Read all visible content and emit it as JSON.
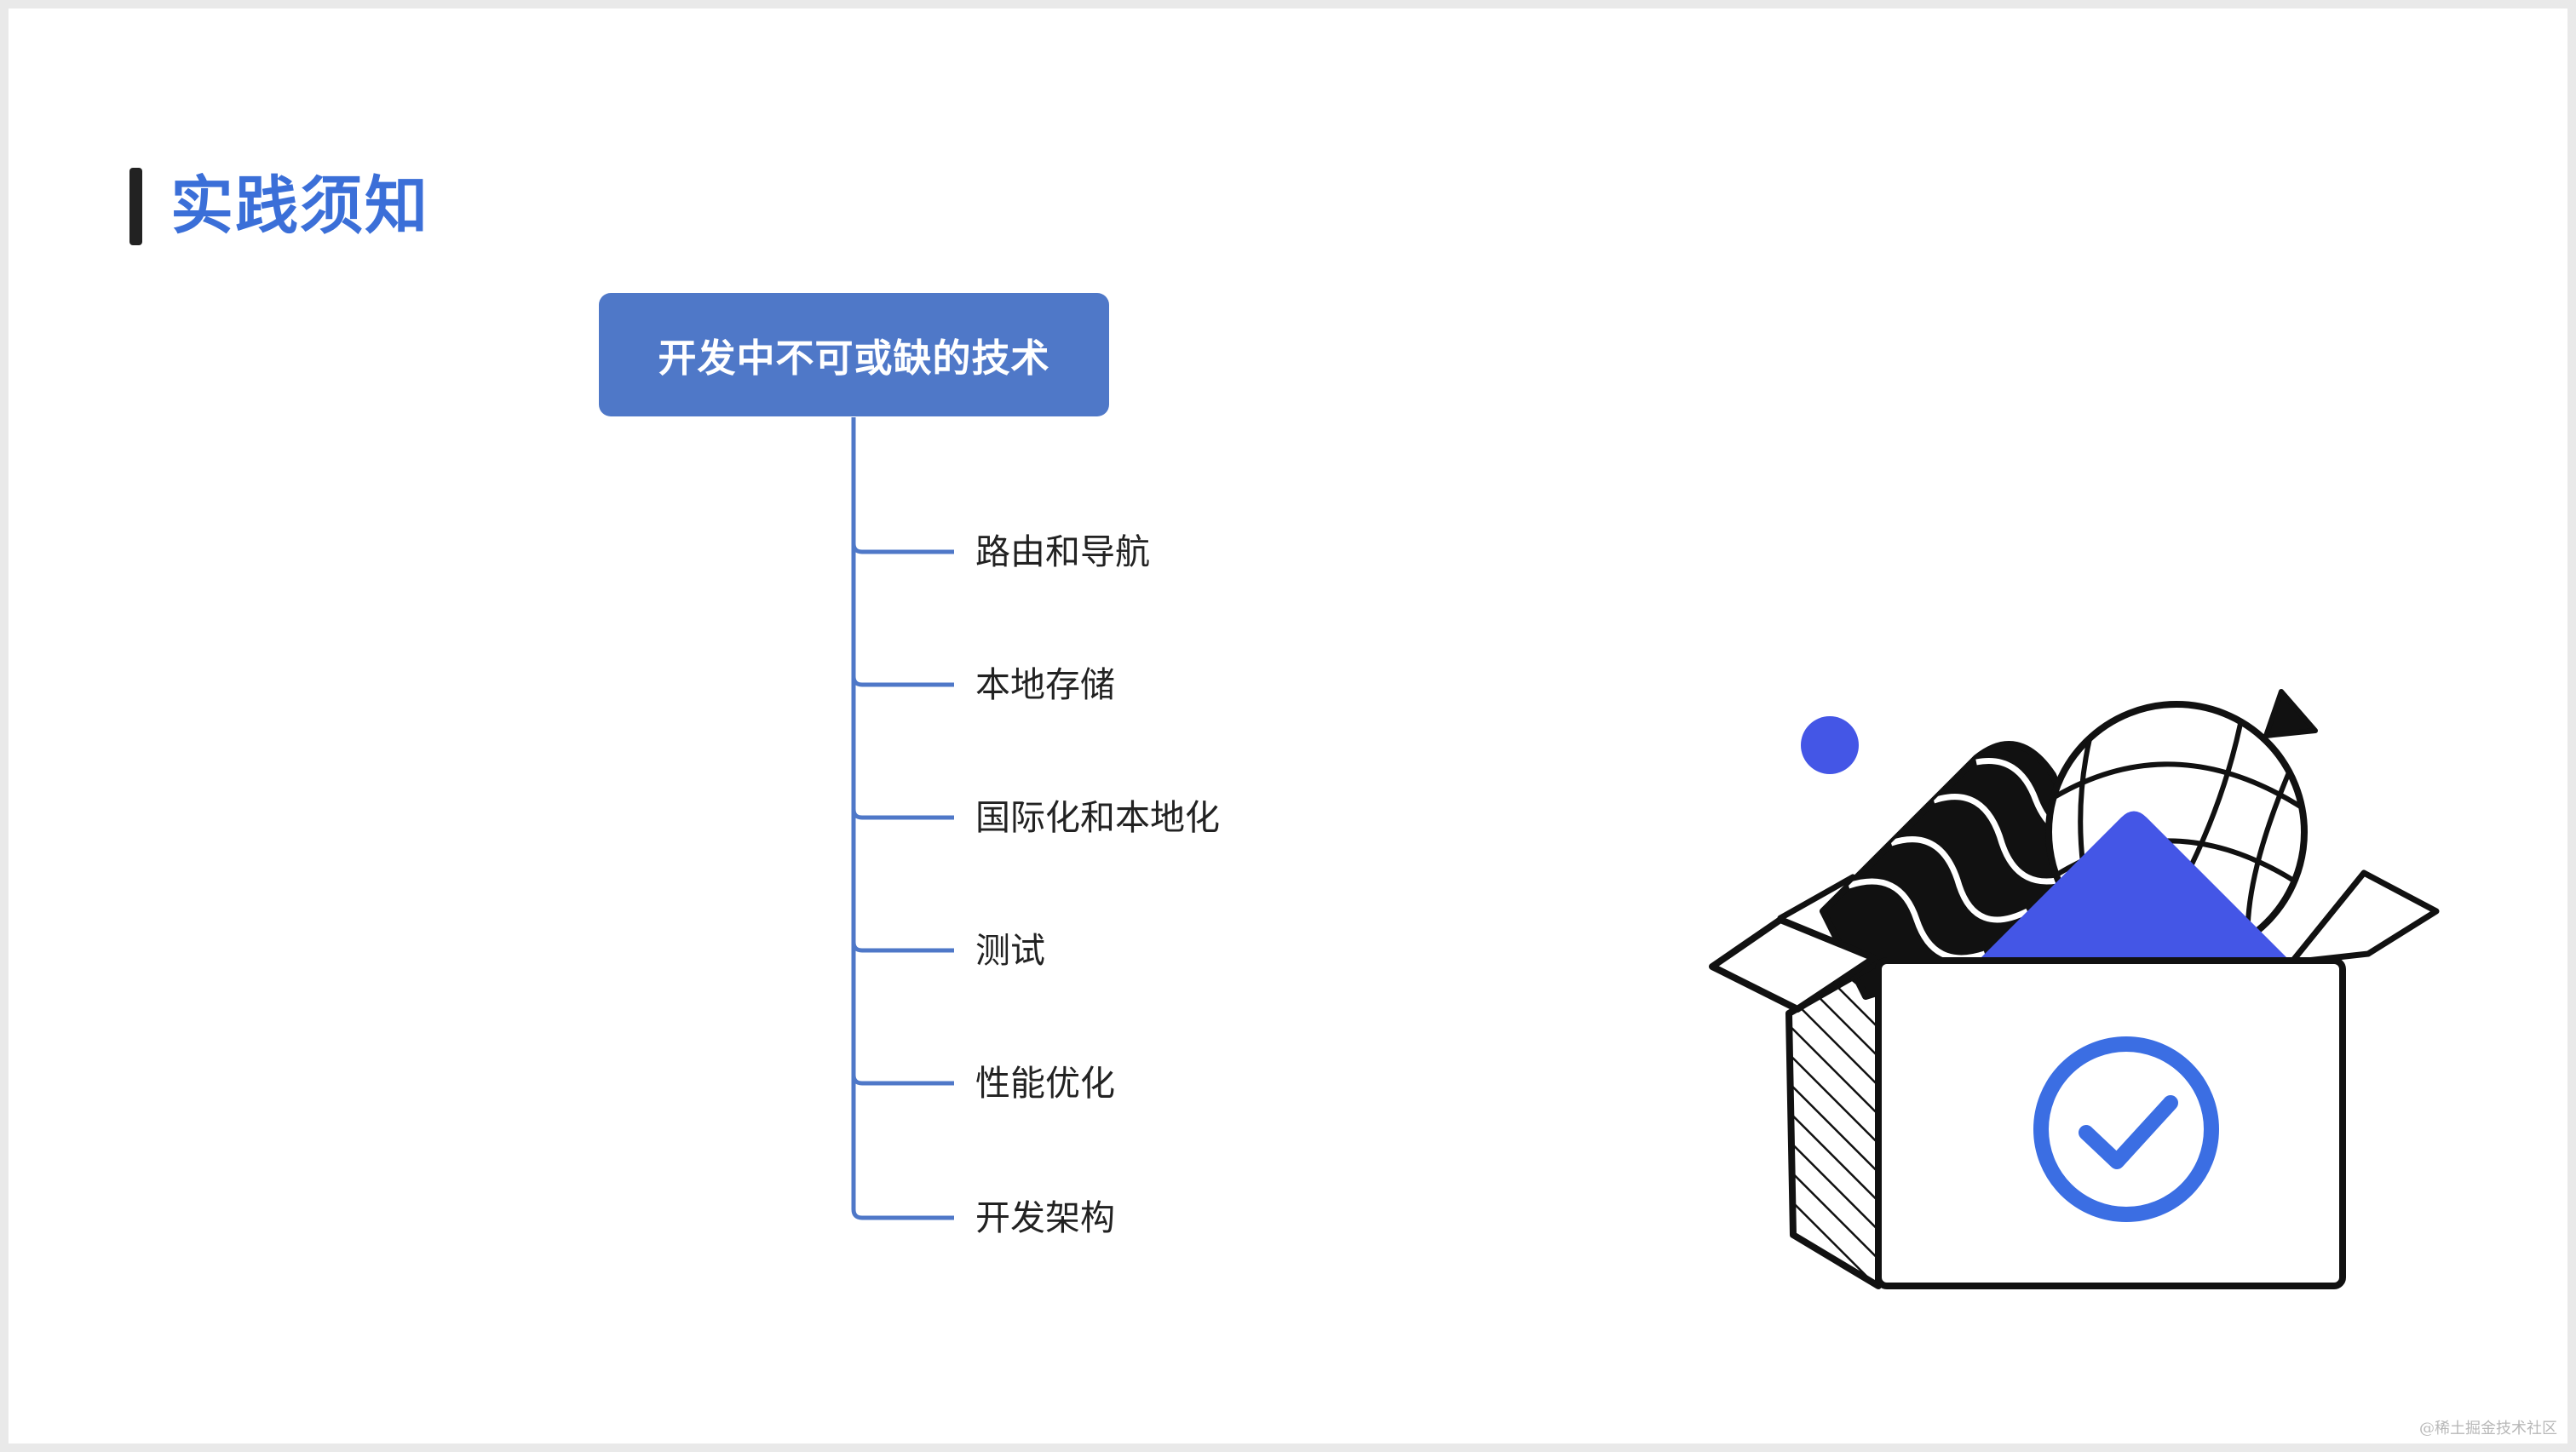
{
  "slide": {
    "title": "实践须知",
    "title_color": "#3b6fd8",
    "watermark": "@稀土掘金技术社区"
  },
  "tree": {
    "root": "开发中不可或缺的技术",
    "root_color": "#4f78c8",
    "branches": [
      {
        "label": "路由和导航"
      },
      {
        "label": "本地存储"
      },
      {
        "label": "国际化和本地化"
      },
      {
        "label": "测试"
      },
      {
        "label": "性能优化"
      },
      {
        "label": "开发架构"
      }
    ]
  },
  "illustration": {
    "icons": [
      "open-box-icon",
      "check-circle-icon",
      "ball-icon",
      "wave-card-icon",
      "triangle-icon",
      "dot-icon"
    ],
    "accent_color": "#3f63e6"
  }
}
